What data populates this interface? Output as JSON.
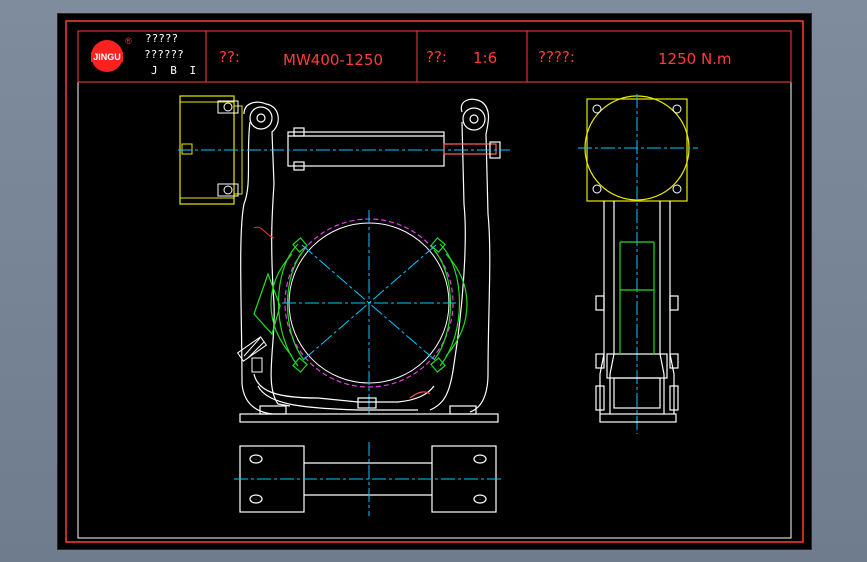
{
  "title_block": {
    "company_line1": "?????",
    "company_line2": "??????",
    "company_line3": "J B I",
    "logo_text": "JINGU",
    "logo_mark": "®",
    "model_label": "??:",
    "model_value": "MW400-1250",
    "ratio_label": "??:",
    "ratio_value": "1:6",
    "torque_label": "????:",
    "torque_value": "1250  N.m"
  },
  "colors": {
    "background": "#000000",
    "frame": "#ffffff",
    "title_text": "#ff3b3b",
    "centerline": "#00c8ff",
    "outline": "#ffffff",
    "green_parts": "#22dd22",
    "yellow_parts": "#e8e800",
    "magenta_circle": "#e040e0"
  }
}
